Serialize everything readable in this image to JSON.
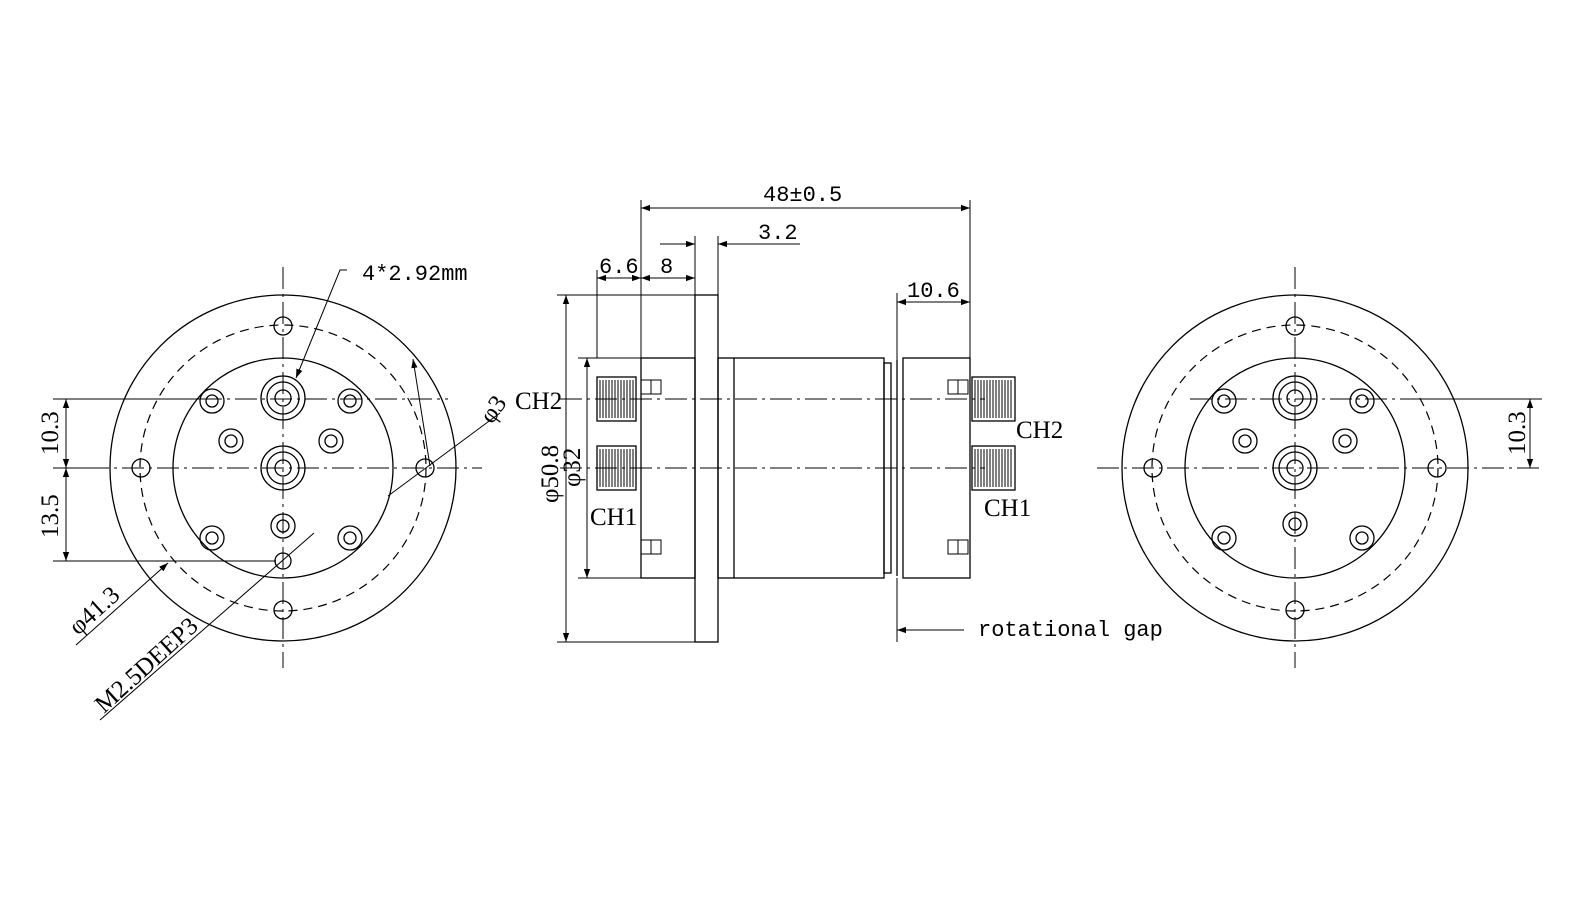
{
  "colors": {
    "line": "#000000",
    "background": "#ffffff"
  },
  "labels": {
    "overall_length": "48±0.5",
    "gap_width": "3.2",
    "dim_6_6": "6.6",
    "dim_8": "8",
    "dim_10_6": "10.6",
    "connectors": "4*2.92mm",
    "hole_dia": "φ3",
    "dim_10_3_left": "10.3",
    "dim_13_5": "13.5",
    "bolt_circle": "φ41.3",
    "thread": "M2.5DEEP3",
    "flange_dia": "φ50.8",
    "body_dia": "φ32",
    "ch2_left": "CH2",
    "ch1_left": "CH1",
    "ch2_right": "CH2",
    "ch1_right": "CH1",
    "rotational_gap": "rotational gap",
    "dim_10_3_right": "10.3"
  }
}
